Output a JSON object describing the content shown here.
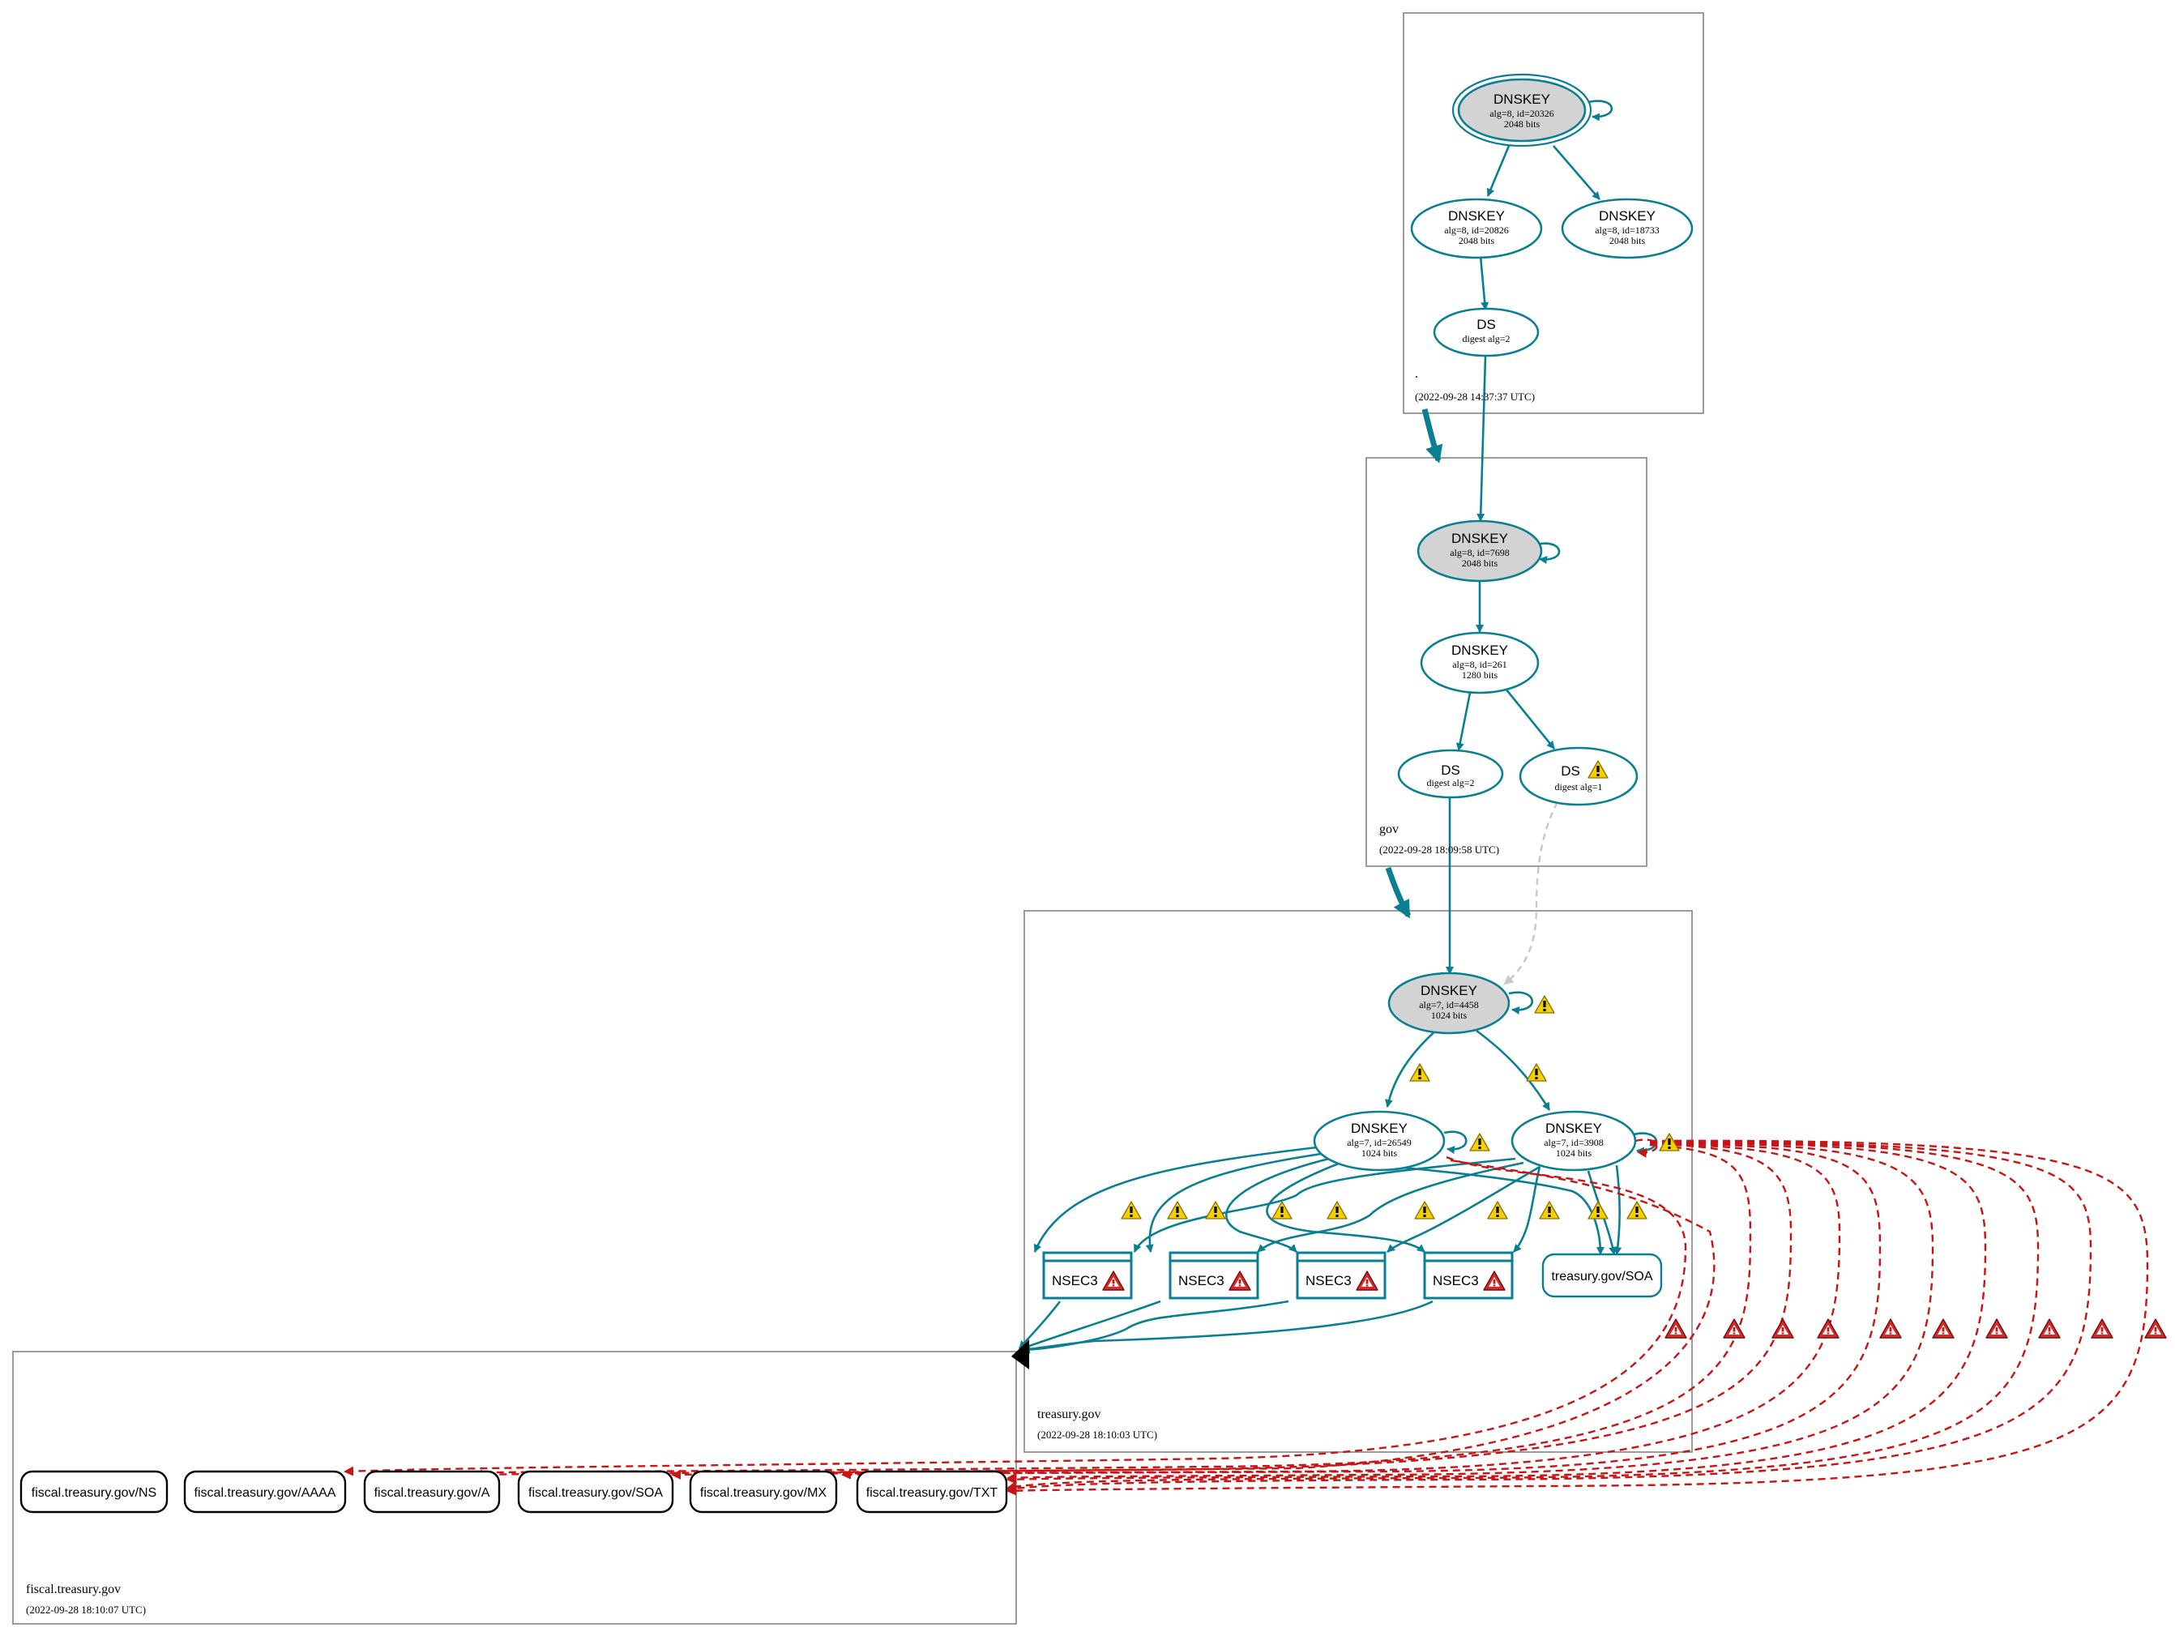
{
  "colors": {
    "teal": "#0a7f93",
    "red": "#c81414",
    "grey_fill": "#d3d3d3",
    "warning_yellow": "#f5d000",
    "error_red": "#d12b2b"
  },
  "zones": {
    "root": {
      "name": ".",
      "timestamp": "(2022-09-28 14:37:37 UTC)"
    },
    "gov": {
      "name": "gov",
      "timestamp": "(2022-09-28 18:09:58 UTC)"
    },
    "treasury": {
      "name": "treasury.gov",
      "timestamp": "(2022-09-28 18:10:03 UTC)"
    },
    "fiscal": {
      "name": "fiscal.treasury.gov",
      "timestamp": "(2022-09-28 18:10:07 UTC)"
    }
  },
  "nodes": {
    "root_ksk": {
      "title": "DNSKEY",
      "line1": "alg=8, id=20326",
      "line2": "2048 bits"
    },
    "root_zsk1": {
      "title": "DNSKEY",
      "line1": "alg=8, id=20826",
      "line2": "2048 bits"
    },
    "root_zsk2": {
      "title": "DNSKEY",
      "line1": "alg=8, id=18733",
      "line2": "2048 bits"
    },
    "root_ds": {
      "title": "DS",
      "line1": "digest alg=2"
    },
    "gov_ksk": {
      "title": "DNSKEY",
      "line1": "alg=8, id=7698",
      "line2": "2048 bits"
    },
    "gov_zsk": {
      "title": "DNSKEY",
      "line1": "alg=8, id=261",
      "line2": "1280 bits"
    },
    "gov_ds2": {
      "title": "DS",
      "line1": "digest alg=2"
    },
    "gov_ds1": {
      "title": "DS",
      "line1": "digest alg=1"
    },
    "tr_ksk": {
      "title": "DNSKEY",
      "line1": "alg=7, id=4458",
      "line2": "1024 bits"
    },
    "tr_zsk1": {
      "title": "DNSKEY",
      "line1": "alg=7, id=26549",
      "line2": "1024 bits"
    },
    "tr_zsk2": {
      "title": "DNSKEY",
      "line1": "alg=7, id=3908",
      "line2": "1024 bits"
    },
    "nsec3_label": "NSEC3",
    "treasury_soa": "treasury.gov/SOA"
  },
  "fiscal_rrsets": [
    "fiscal.treasury.gov/NS",
    "fiscal.treasury.gov/AAAA",
    "fiscal.treasury.gov/A",
    "fiscal.treasury.gov/SOA",
    "fiscal.treasury.gov/MX",
    "fiscal.treasury.gov/TXT"
  ]
}
